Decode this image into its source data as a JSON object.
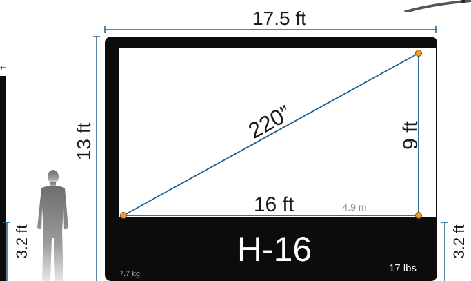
{
  "overall_width": "17.5 ft",
  "overall_height": "13 ft",
  "leg_height_left": "3.2 ft",
  "leg_height_right": "3.2 ft",
  "diagonal": "220”",
  "screen_width": "16 ft",
  "screen_width_metric": "4.9 m",
  "screen_height": "9 ft",
  "model": "H-16",
  "weight_kg": "7.7 kg",
  "weight_lbs": "17 lbs",
  "colors": {
    "frame": "#0c0c0c",
    "dimension_line": "#1d5e8c",
    "corner_dot": "#f29a2e",
    "text": "#1a1a1a",
    "metric_text": "#8a8a8a"
  }
}
